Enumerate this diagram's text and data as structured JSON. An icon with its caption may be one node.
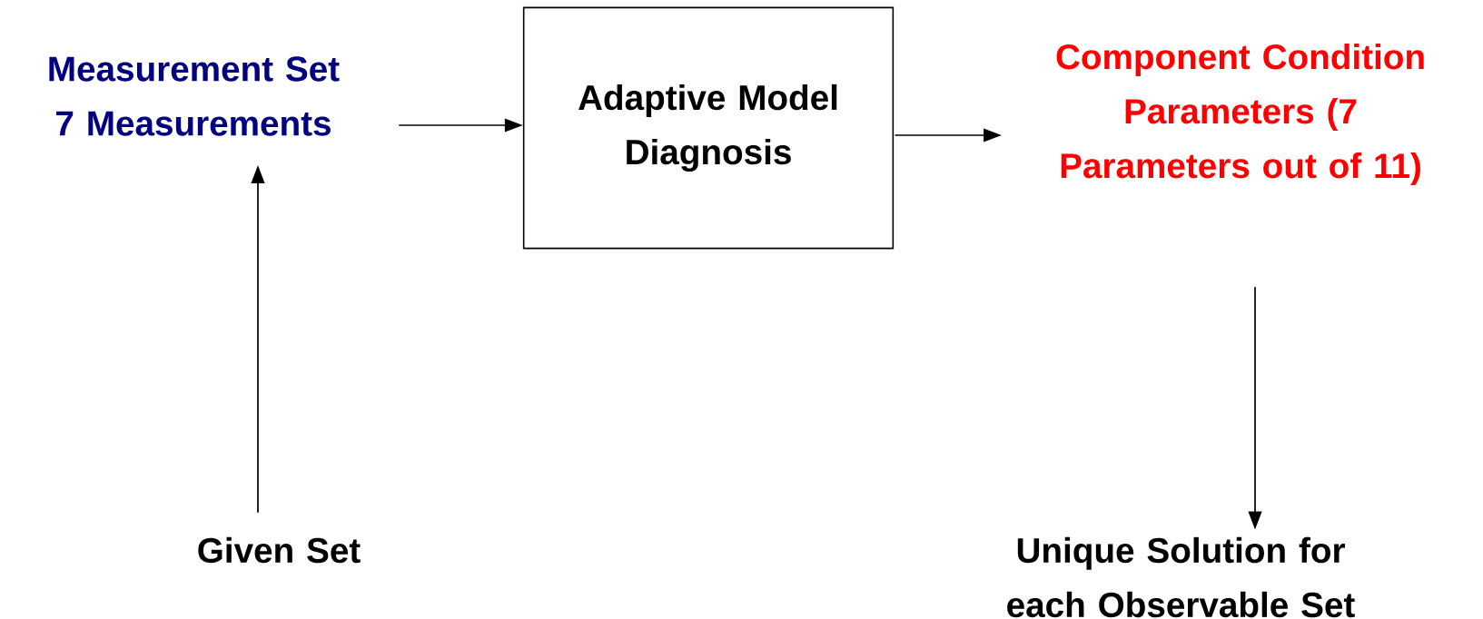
{
  "diagram": {
    "nodes": [
      {
        "text": [
          "Measurement Set 7 Measurements"
        ]
      },
      {
        "text": [
          "Adaptive Model Diagnosis"
        ]
      },
      {
        "text": [
          "Component Condition Parameters (7 Parameters out of 11)"
        ]
      },
      {
        "text": [
          "Given Set"
        ]
      },
      {
        "text": [
          "Unique Solution for each Observable Set"
        ]
      }
    ],
    "edges": [
      {
        "from": 0,
        "to": 1,
        "arrow": "to"
      },
      {
        "from": 1,
        "to": 2,
        "arrow": "to"
      },
      {
        "from": 3,
        "to": 0,
        "arrow": "to"
      },
      {
        "from": 2,
        "to": 4,
        "arrow": "to"
      }
    ]
  }
}
